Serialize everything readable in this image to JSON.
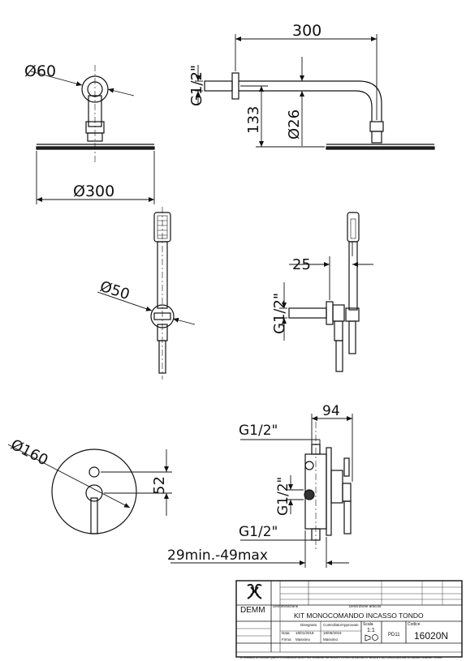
{
  "dimensions": {
    "head_diameter": "Ø60",
    "shower_diameter": "Ø300",
    "arm_length": "300",
    "arm_thread": "G1/2\"",
    "arm_drop": "133",
    "arm_tube": "Ø26",
    "hand_holder_diameter": "Ø50",
    "elbow_projection": "25",
    "elbow_thread": "G1/2\"",
    "plate_diameter": "Ø160",
    "valve_spacing": "52",
    "valve_depth": "94",
    "valve_inlet_top": "G1/2\"",
    "valve_outlet": "G1/2\"",
    "valve_inlet_bottom": "G1/2\"",
    "wall_range": "29min.-49max"
  },
  "title_block": {
    "logo_text": "DEMM",
    "description": "KIT MONOCOMANDO INCASSO TONDO",
    "scale": "1:1",
    "code_label": "Codice",
    "code": "16020N",
    "sheet": "PD11",
    "date_1": "18/01/2018",
    "date_2": "18/06/2019",
    "col_disegnato": "Disegnato",
    "col_controllato": "Controllato/Approvato",
    "col_denominazione": "Denominazione",
    "col_descrizione": "Descrizione articolo",
    "col_scala": "Scala",
    "col_data": "Data",
    "col_firma": "Firma",
    "name_1": "Massimo",
    "name_2": "Massimo",
    "disclaimer": "A TERMINI DI LEGGE QUESTO DISEGNO NON PUO' ESSERE RIPRODOTTO E/O DIVULGATO SENZA L'AUTORIZZAZIONE DI DEMM RUBINETTERIE"
  }
}
